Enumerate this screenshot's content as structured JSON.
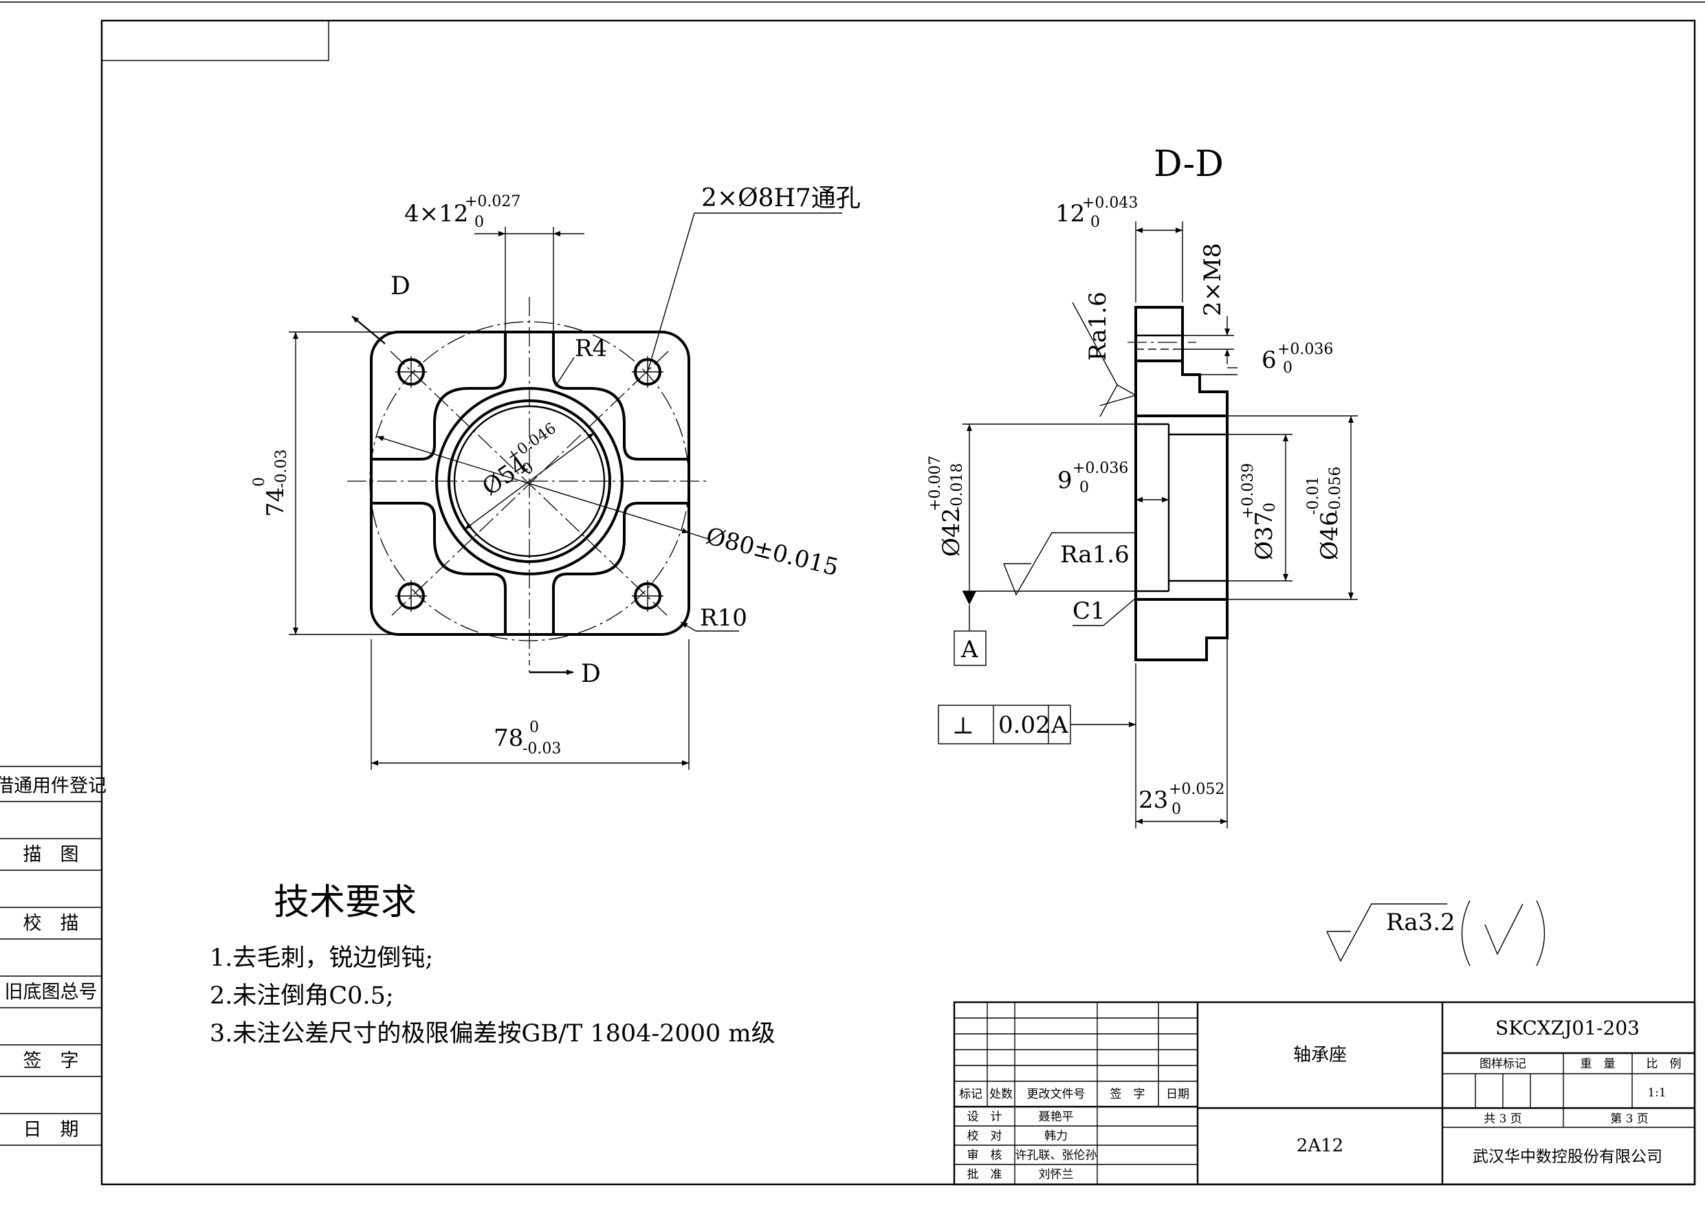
{
  "left_strip": {
    "labels": [
      "借通用件登记",
      "描　图",
      "校　描",
      "旧底图总号",
      "签　字",
      "日　期"
    ]
  },
  "front_view": {
    "section_mark": "D",
    "dims": {
      "slot_main": "4×12",
      "slot_tol_upper": "+0.027",
      "slot_tol_lower": "0",
      "hole_note": "2×Ø8H7通孔",
      "r4": "R4",
      "r10": "R10",
      "bore_main": "Ø54",
      "bore_tol_upper": "+0.046",
      "bore_tol_lower": "0",
      "pcd": "Ø80±0.015",
      "height_main": "74",
      "height_tol_upper": "0",
      "height_tol_lower": "-0.03",
      "width_main": "78",
      "width_tol_upper": "0",
      "width_tol_lower": "-0.03"
    }
  },
  "section_view": {
    "title": "D-D",
    "dims": {
      "top_main": "12",
      "top_tol_upper": "+0.043",
      "top_tol_lower": "0",
      "thread": "2×M8",
      "step_main": "6",
      "step_tol_upper": "+0.036",
      "step_tol_lower": "0",
      "ra_top": "Ra1.6",
      "ra_mid": "Ra1.6",
      "d42_main": "Ø42",
      "d42_tol_upper": "+0.007",
      "d42_tol_lower": "-0.018",
      "depth9_main": "9",
      "depth9_tol_upper": "+0.036",
      "depth9_tol_lower": "0",
      "d37_main": "Ø37",
      "d37_tol_upper": "+0.039",
      "d37_tol_lower": "0",
      "d46_main": "Ø46",
      "d46_tol_upper": "-0.01",
      "d46_tol_lower": "-0.056",
      "chamfer": "C1",
      "datum": "A",
      "tol_symbol": "⊥",
      "tol_value": "0.02",
      "tol_datum": "A",
      "len_main": "23",
      "len_tol_upper": "+0.052",
      "len_tol_lower": "0"
    }
  },
  "roughness_general": "Ra3.2",
  "requirements": {
    "title": "技术要求",
    "items": [
      "1.去毛刺，锐边倒钝;",
      "2.未注倒角C0.5;",
      "3.未注公差尺寸的极限偏差按GB/T 1804-2000 m级"
    ]
  },
  "title_block": {
    "headers": [
      "标记",
      "处数",
      "更改文件号",
      "签　字",
      "日期"
    ],
    "roles": [
      "设　计",
      "校　对",
      "审　核",
      "批　准"
    ],
    "names": [
      "聂艳平",
      "韩力",
      "许孔联、张伦孙",
      "刘怀兰"
    ],
    "part_name": "轴承座",
    "material": "2A12",
    "drawing_no": "SKCXZJ01-203",
    "stage_label": "图样标记",
    "weight_label": "重　量",
    "scale_label": "比　例",
    "scale": "1:1",
    "sheet_total": "共 3 页",
    "sheet_no": "第 3 页",
    "company": "武汉华中数控股份有限公司"
  }
}
